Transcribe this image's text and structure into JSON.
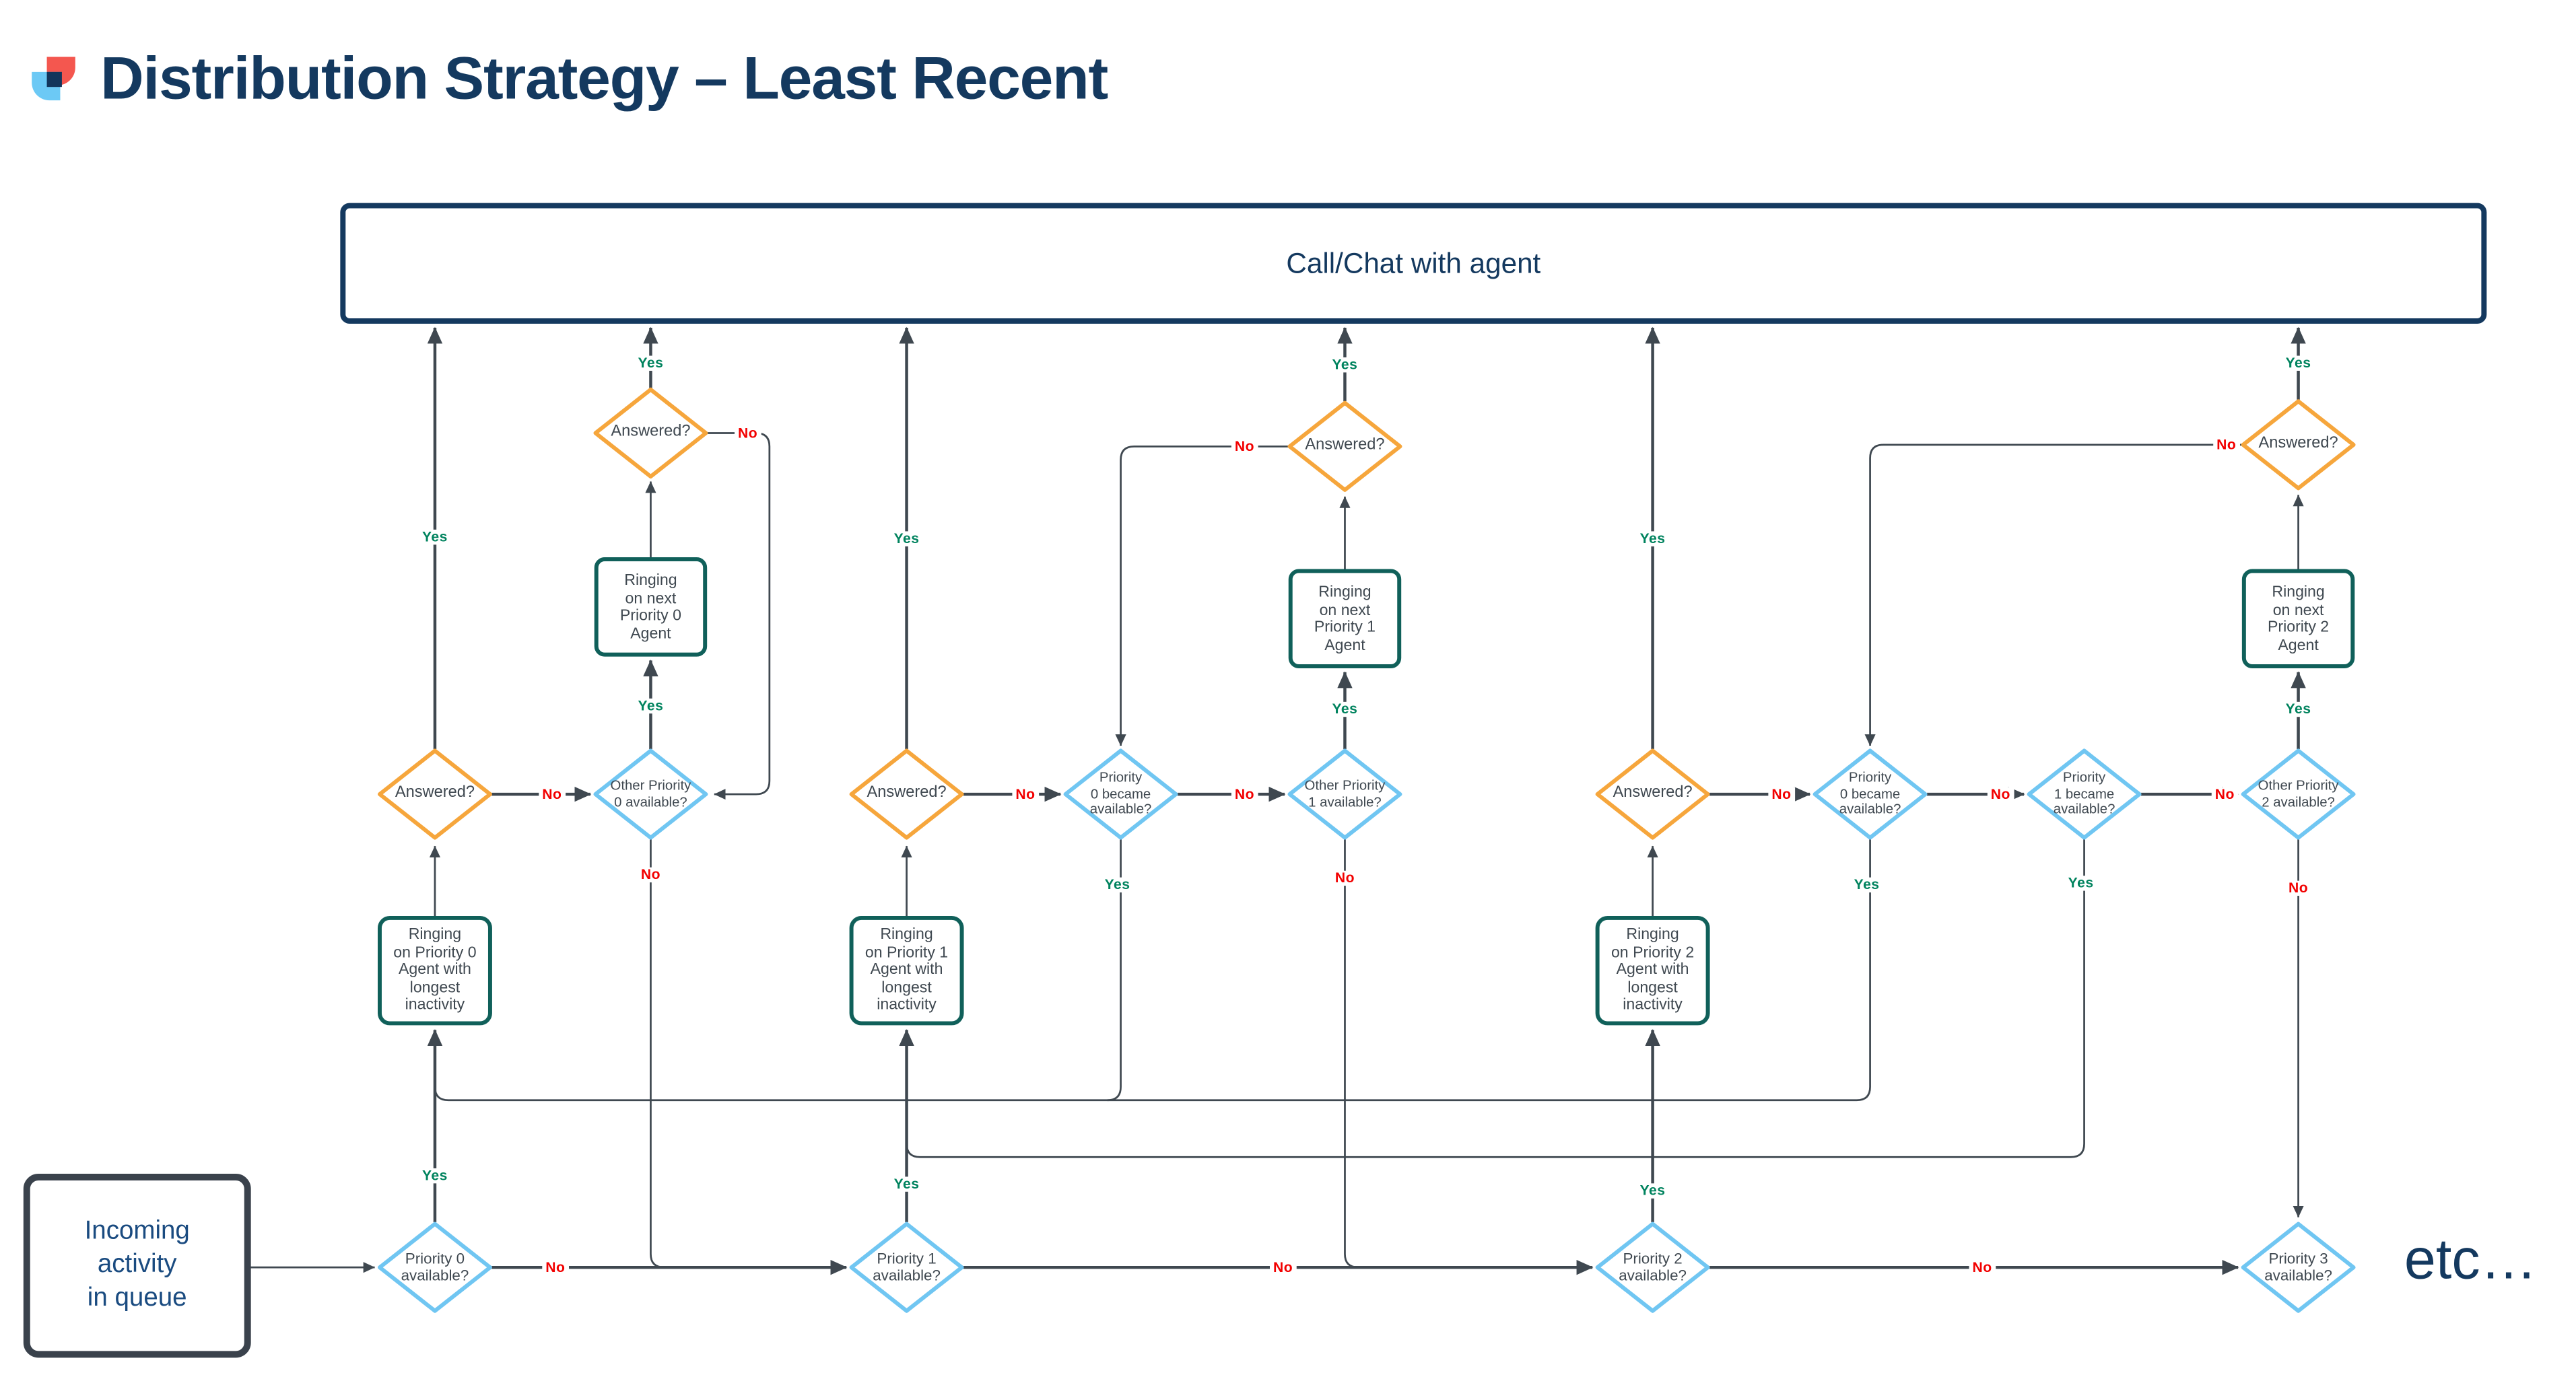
{
  "title": "Distribution Strategy – Least Recent",
  "labels": {
    "yes": "Yes",
    "no": "No",
    "etc": "etc…"
  },
  "nodes": {
    "call_chat": "Call/Chat with agent",
    "incoming": "Incoming\nactivity\nin queue",
    "p0_available": "Priority 0\navailable?",
    "p1_available": "Priority 1\navailable?",
    "p2_available": "Priority 2\navailable?",
    "p3_available": "Priority 3\navailable?",
    "ringing_p0_longest": "Ringing\non Priority 0\nAgent with\nlongest\ninactivity",
    "ringing_p1_longest": "Ringing\non Priority 1\nAgent with\nlongest\ninactivity",
    "ringing_p2_longest": "Ringing\non Priority 2\nAgent with\nlongest\ninactivity",
    "answered_mid_0": "Answered?",
    "answered_mid_1": "Answered?",
    "answered_mid_2": "Answered?",
    "other_p0_available": "Other Priority\n0 available?",
    "other_p1_available": "Other Priority\n1 available?",
    "other_p2_available": "Other Priority\n2 available?",
    "p0_became_available_a": "Priority\n0 became\navailable?",
    "p0_became_available_b": "Priority\n0 became\navailable?",
    "p1_became_available": "Priority\n1 became\navailable?",
    "ringing_next_p0": "Ringing\non next\nPriority 0\nAgent",
    "ringing_next_p1": "Ringing\non next\nPriority 1\nAgent",
    "ringing_next_p2": "Ringing\non next\nPriority 2\nAgent",
    "answered_top_0": "Answered?",
    "answered_top_1": "Answered?",
    "answered_top_2": "Answered?"
  },
  "colors": {
    "title_navy": "#14395F",
    "callchat_border": "#14395F",
    "incoming_border": "#3A424C",
    "incoming_text": "#1A4B80",
    "decision_orange": "#F6A63C",
    "decision_blue": "#70C6F2",
    "process_teal": "#10605A",
    "connector": "#3F4850",
    "node_text": "#3F4850",
    "yes_green": "#00835E",
    "no_red": "#F20000",
    "logo_red": "#F4574F",
    "logo_blue": "#6CC9F5",
    "logo_navy": "#12355B",
    "background": "#FFFFFF"
  }
}
